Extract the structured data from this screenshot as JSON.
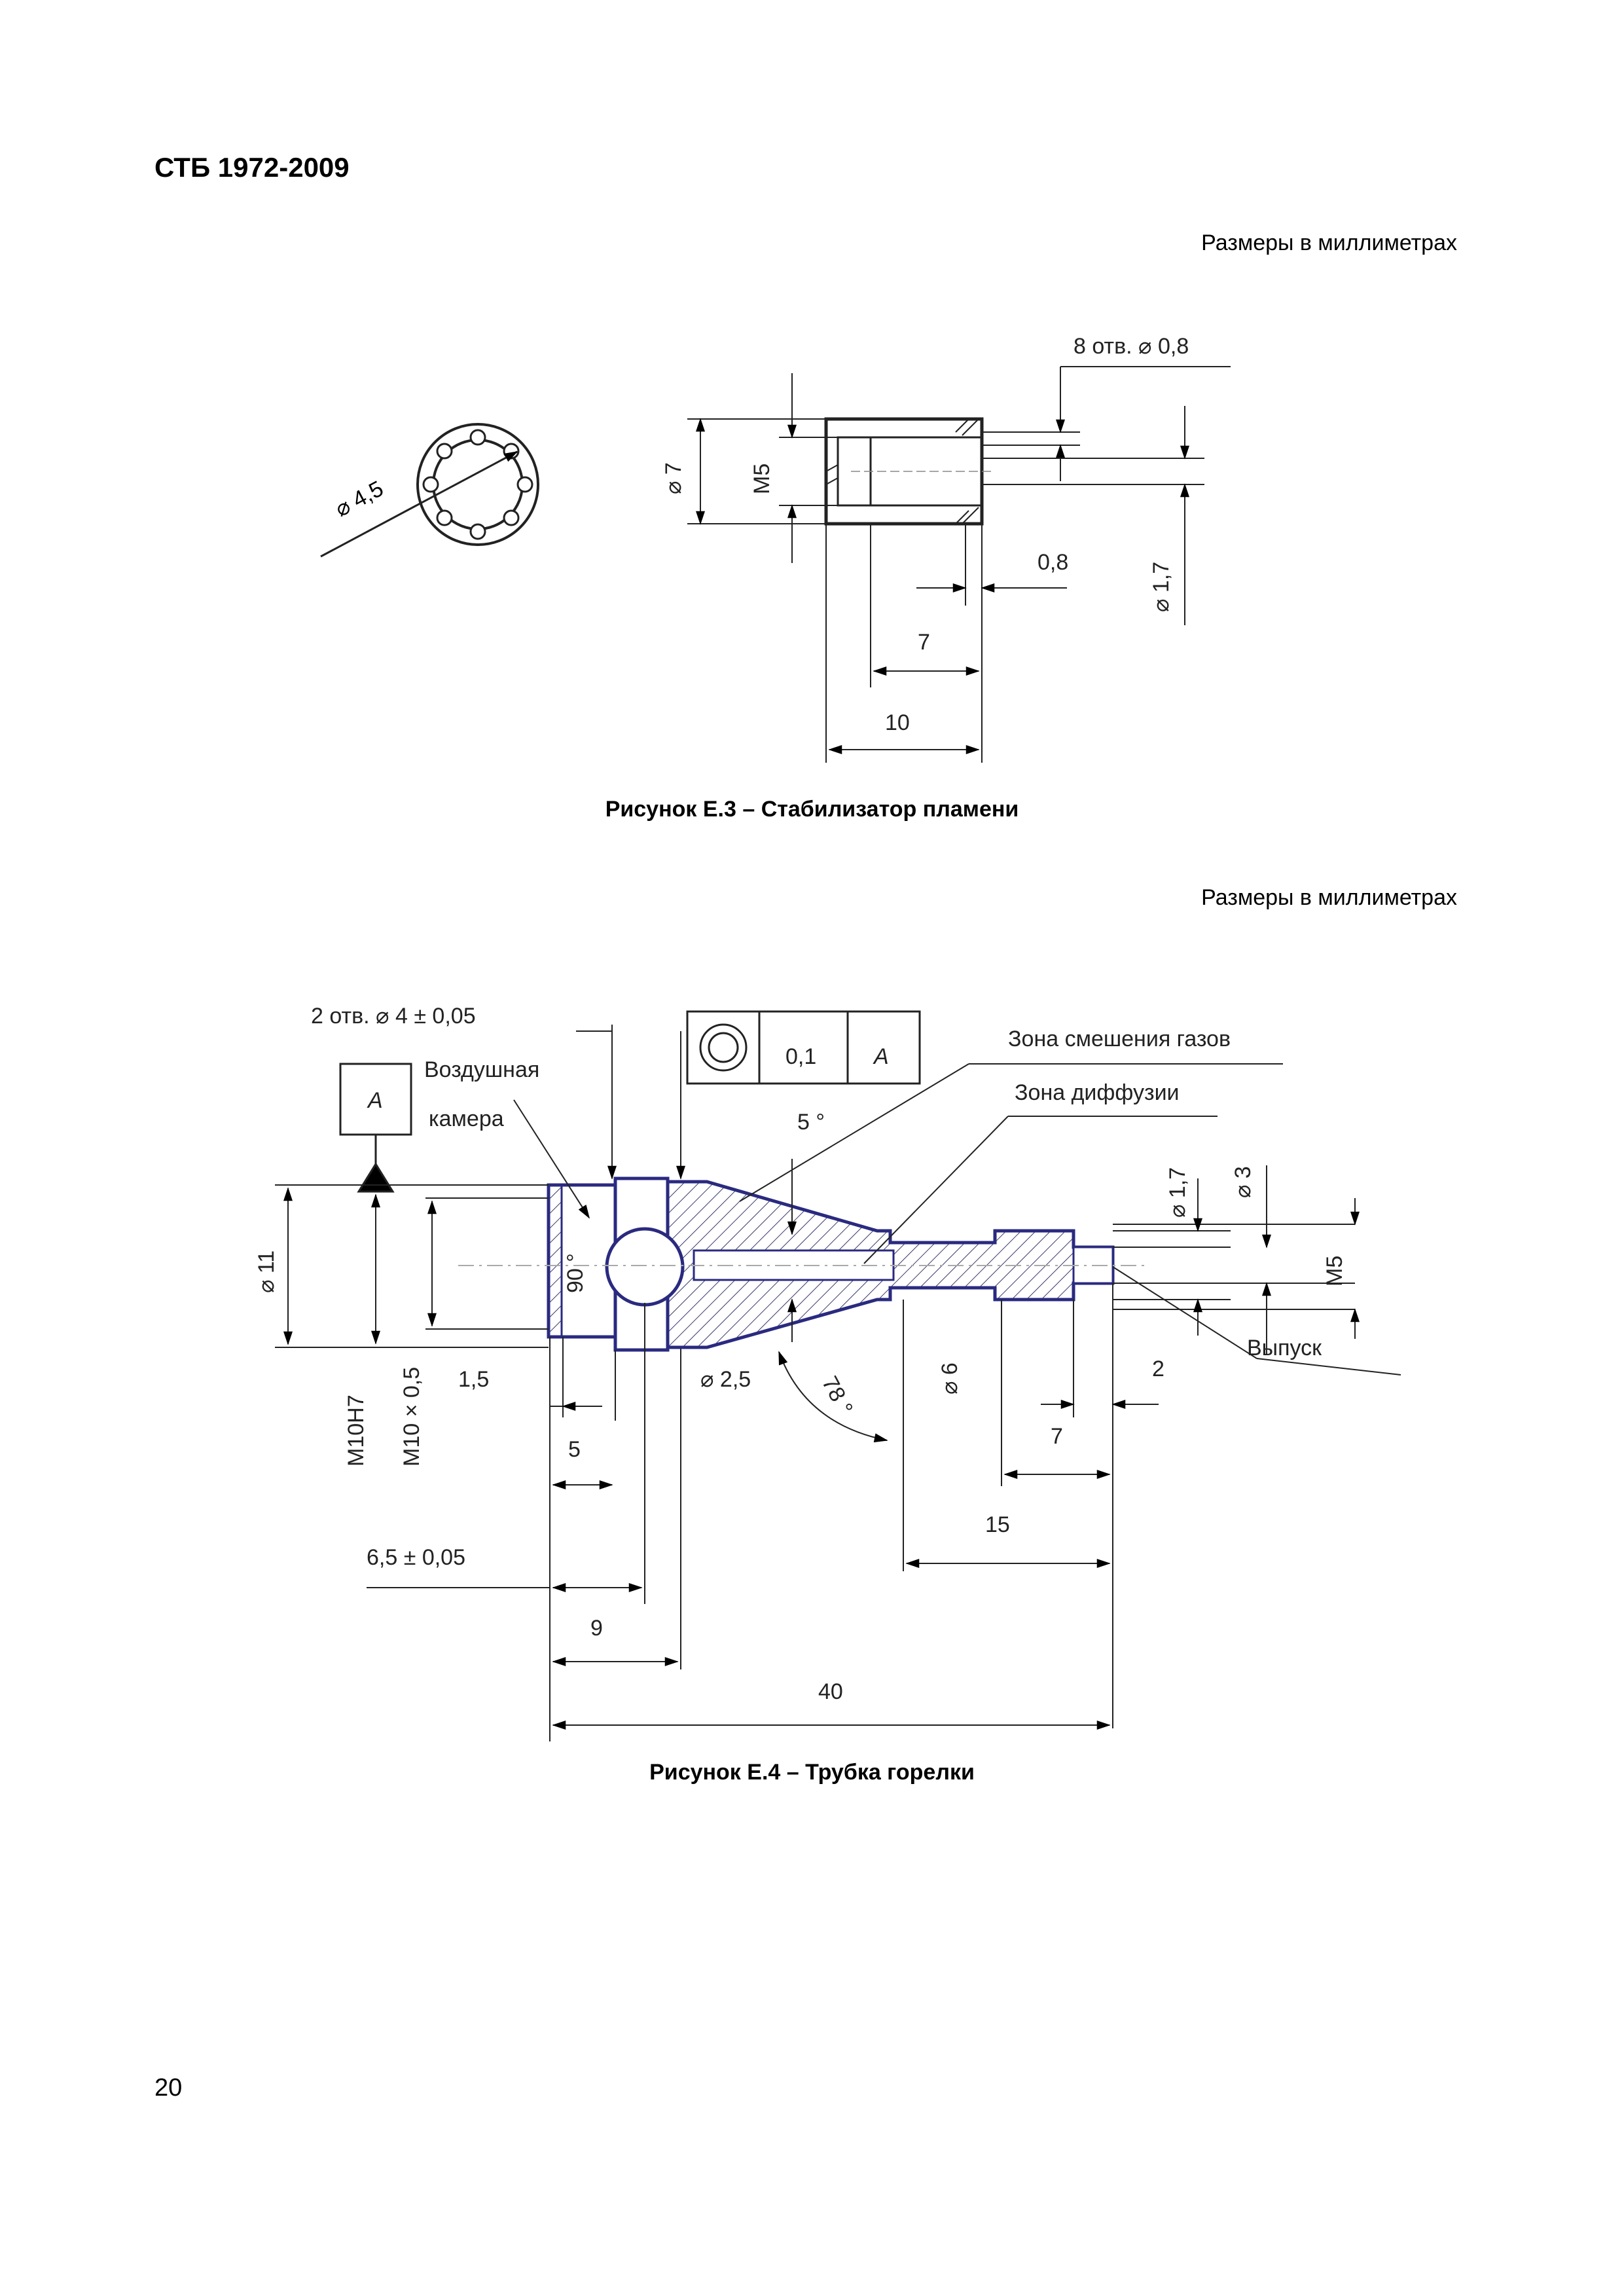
{
  "header": {
    "doc_code": "СТБ 1972-2009"
  },
  "units_note": "Размеры в миллиметрах",
  "figure_e3": {
    "caption": "Рисунок Е.3 – Стабилизатор пламени",
    "labels": {
      "holes": "8 отв. ⌀ 0,8",
      "d45": "⌀ 4,5",
      "d7": "⌀ 7",
      "m5": "M5",
      "w08": "0,8",
      "d17": "⌀ 1,7",
      "l7": "7",
      "l10": "10"
    }
  },
  "figure_e4": {
    "caption": "Рисунок Е.4 – Трубка горелки",
    "labels": {
      "holes": "2 отв. ⌀ 4 ± 0,05",
      "tol_value": "0,1",
      "tol_datum": "A",
      "datum": "A",
      "air1": "Воздушная",
      "air2": "камера",
      "mix_zone": "Зона смешения газов",
      "diff_zone": "Зона диффузии",
      "a5": "5 °",
      "a90": "90 °",
      "a78": "78 °",
      "d17": "⌀ 1,7",
      "d3": "⌀ 3",
      "m5": "M5",
      "outlet": "Выпуск",
      "d11": "⌀ 11",
      "m10h7": "M10H7",
      "m10x05": "M10 × 0,5",
      "l15a": "1,5",
      "d25": "⌀ 2,5",
      "d6": "⌀ 6",
      "l2": "2",
      "l7": "7",
      "l5": "5",
      "l15": "15",
      "l65": "6,5 ± 0,05",
      "l9": "9",
      "l40": "40"
    }
  },
  "page_number": "20"
}
